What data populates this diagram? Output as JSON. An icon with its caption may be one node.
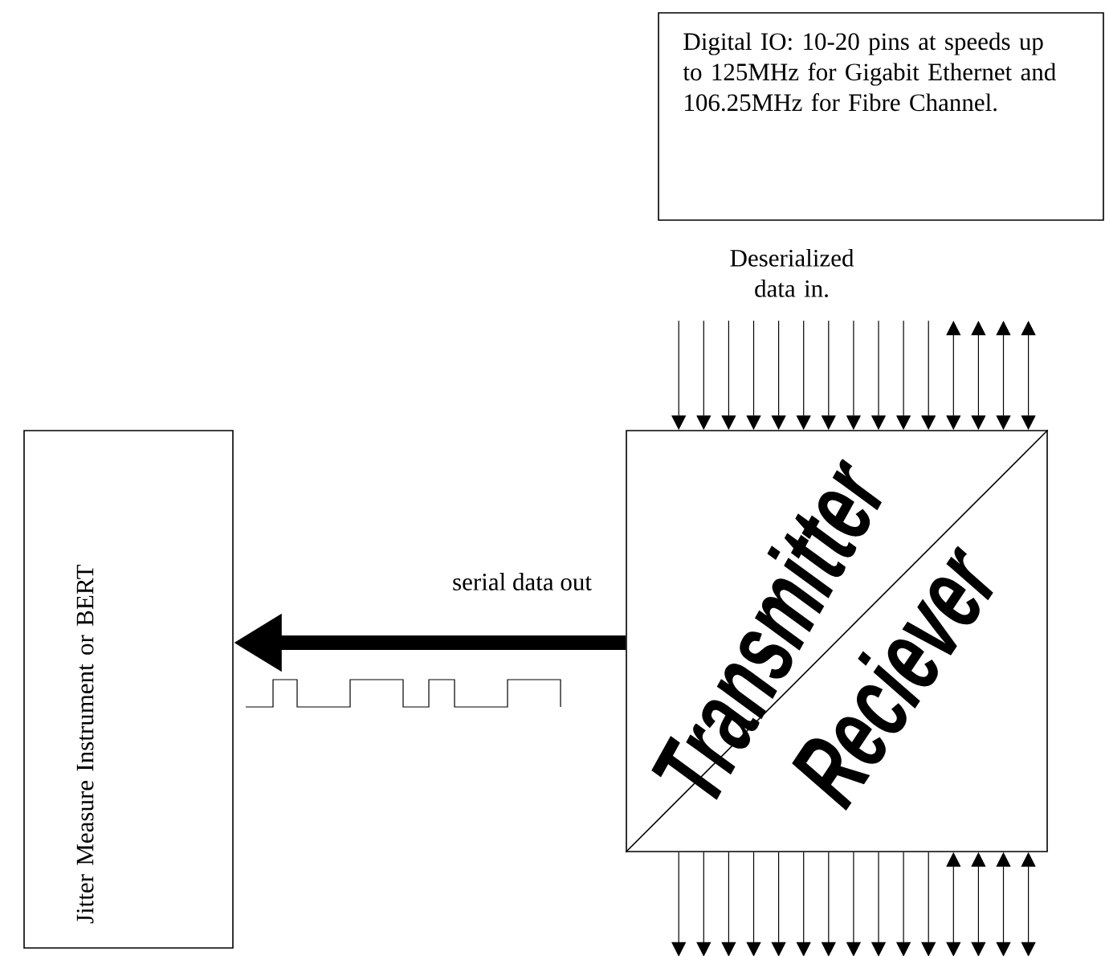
{
  "diagram": {
    "nodes": [
      {
        "text": [
          "Digital IO: 10-20 pins at speeds up to 125MHz for Gigabit Ethernet and 106.25MHz for Fibre Channel."
        ]
      },
      {
        "text": [
          "Transmitter",
          "Reciever"
        ]
      },
      {
        "text": [
          "Jitter Measure Instrument or BERT"
        ]
      }
    ],
    "edges": [
      {
        "from": null,
        "to": 1,
        "arrow": "to"
      },
      {
        "from": null,
        "to": 1,
        "arrow": "to"
      },
      {
        "from": null,
        "to": 1,
        "arrow": "to"
      },
      {
        "from": null,
        "to": 1,
        "arrow": "to"
      },
      {
        "from": null,
        "to": 1,
        "arrow": "to"
      },
      {
        "from": null,
        "to": 1,
        "arrow": "to"
      },
      {
        "from": null,
        "to": 1,
        "arrow": "to"
      },
      {
        "from": null,
        "to": 1,
        "arrow": "to"
      },
      {
        "from": null,
        "to": 1,
        "arrow": "to"
      },
      {
        "from": null,
        "to": 1,
        "arrow": "to"
      },
      {
        "from": null,
        "to": 1,
        "arrow": "to"
      },
      {
        "from": null,
        "to": 1,
        "arrow": "both"
      },
      {
        "from": null,
        "to": 1,
        "arrow": "both"
      },
      {
        "from": null,
        "to": 1,
        "arrow": "both"
      },
      {
        "from": null,
        "to": 1,
        "arrow": "both"
      },
      {
        "from": 1,
        "to": null,
        "arrow": "to"
      },
      {
        "from": 1,
        "to": null,
        "arrow": "to"
      },
      {
        "from": 1,
        "to": null,
        "arrow": "to"
      },
      {
        "from": 1,
        "to": null,
        "arrow": "to"
      },
      {
        "from": 1,
        "to": null,
        "arrow": "to"
      },
      {
        "from": 1,
        "to": null,
        "arrow": "to"
      },
      {
        "from": 1,
        "to": null,
        "arrow": "to"
      },
      {
        "from": 1,
        "to": null,
        "arrow": "to"
      },
      {
        "from": 1,
        "to": null,
        "arrow": "to"
      },
      {
        "from": 1,
        "to": null,
        "arrow": "to"
      },
      {
        "from": 1,
        "to": null,
        "arrow": "to"
      },
      {
        "from": 1,
        "to": null,
        "arrow": "both"
      },
      {
        "from": 1,
        "to": null,
        "arrow": "both"
      },
      {
        "from": 1,
        "to": null,
        "arrow": "both"
      },
      {
        "from": 1,
        "to": null,
        "arrow": "both"
      },
      {
        "from": 1,
        "to": 2,
        "arrow": "to",
        "label": "serial data out",
        "style": "thick"
      }
    ],
    "labels": [
      "Deserialized data in."
    ]
  }
}
